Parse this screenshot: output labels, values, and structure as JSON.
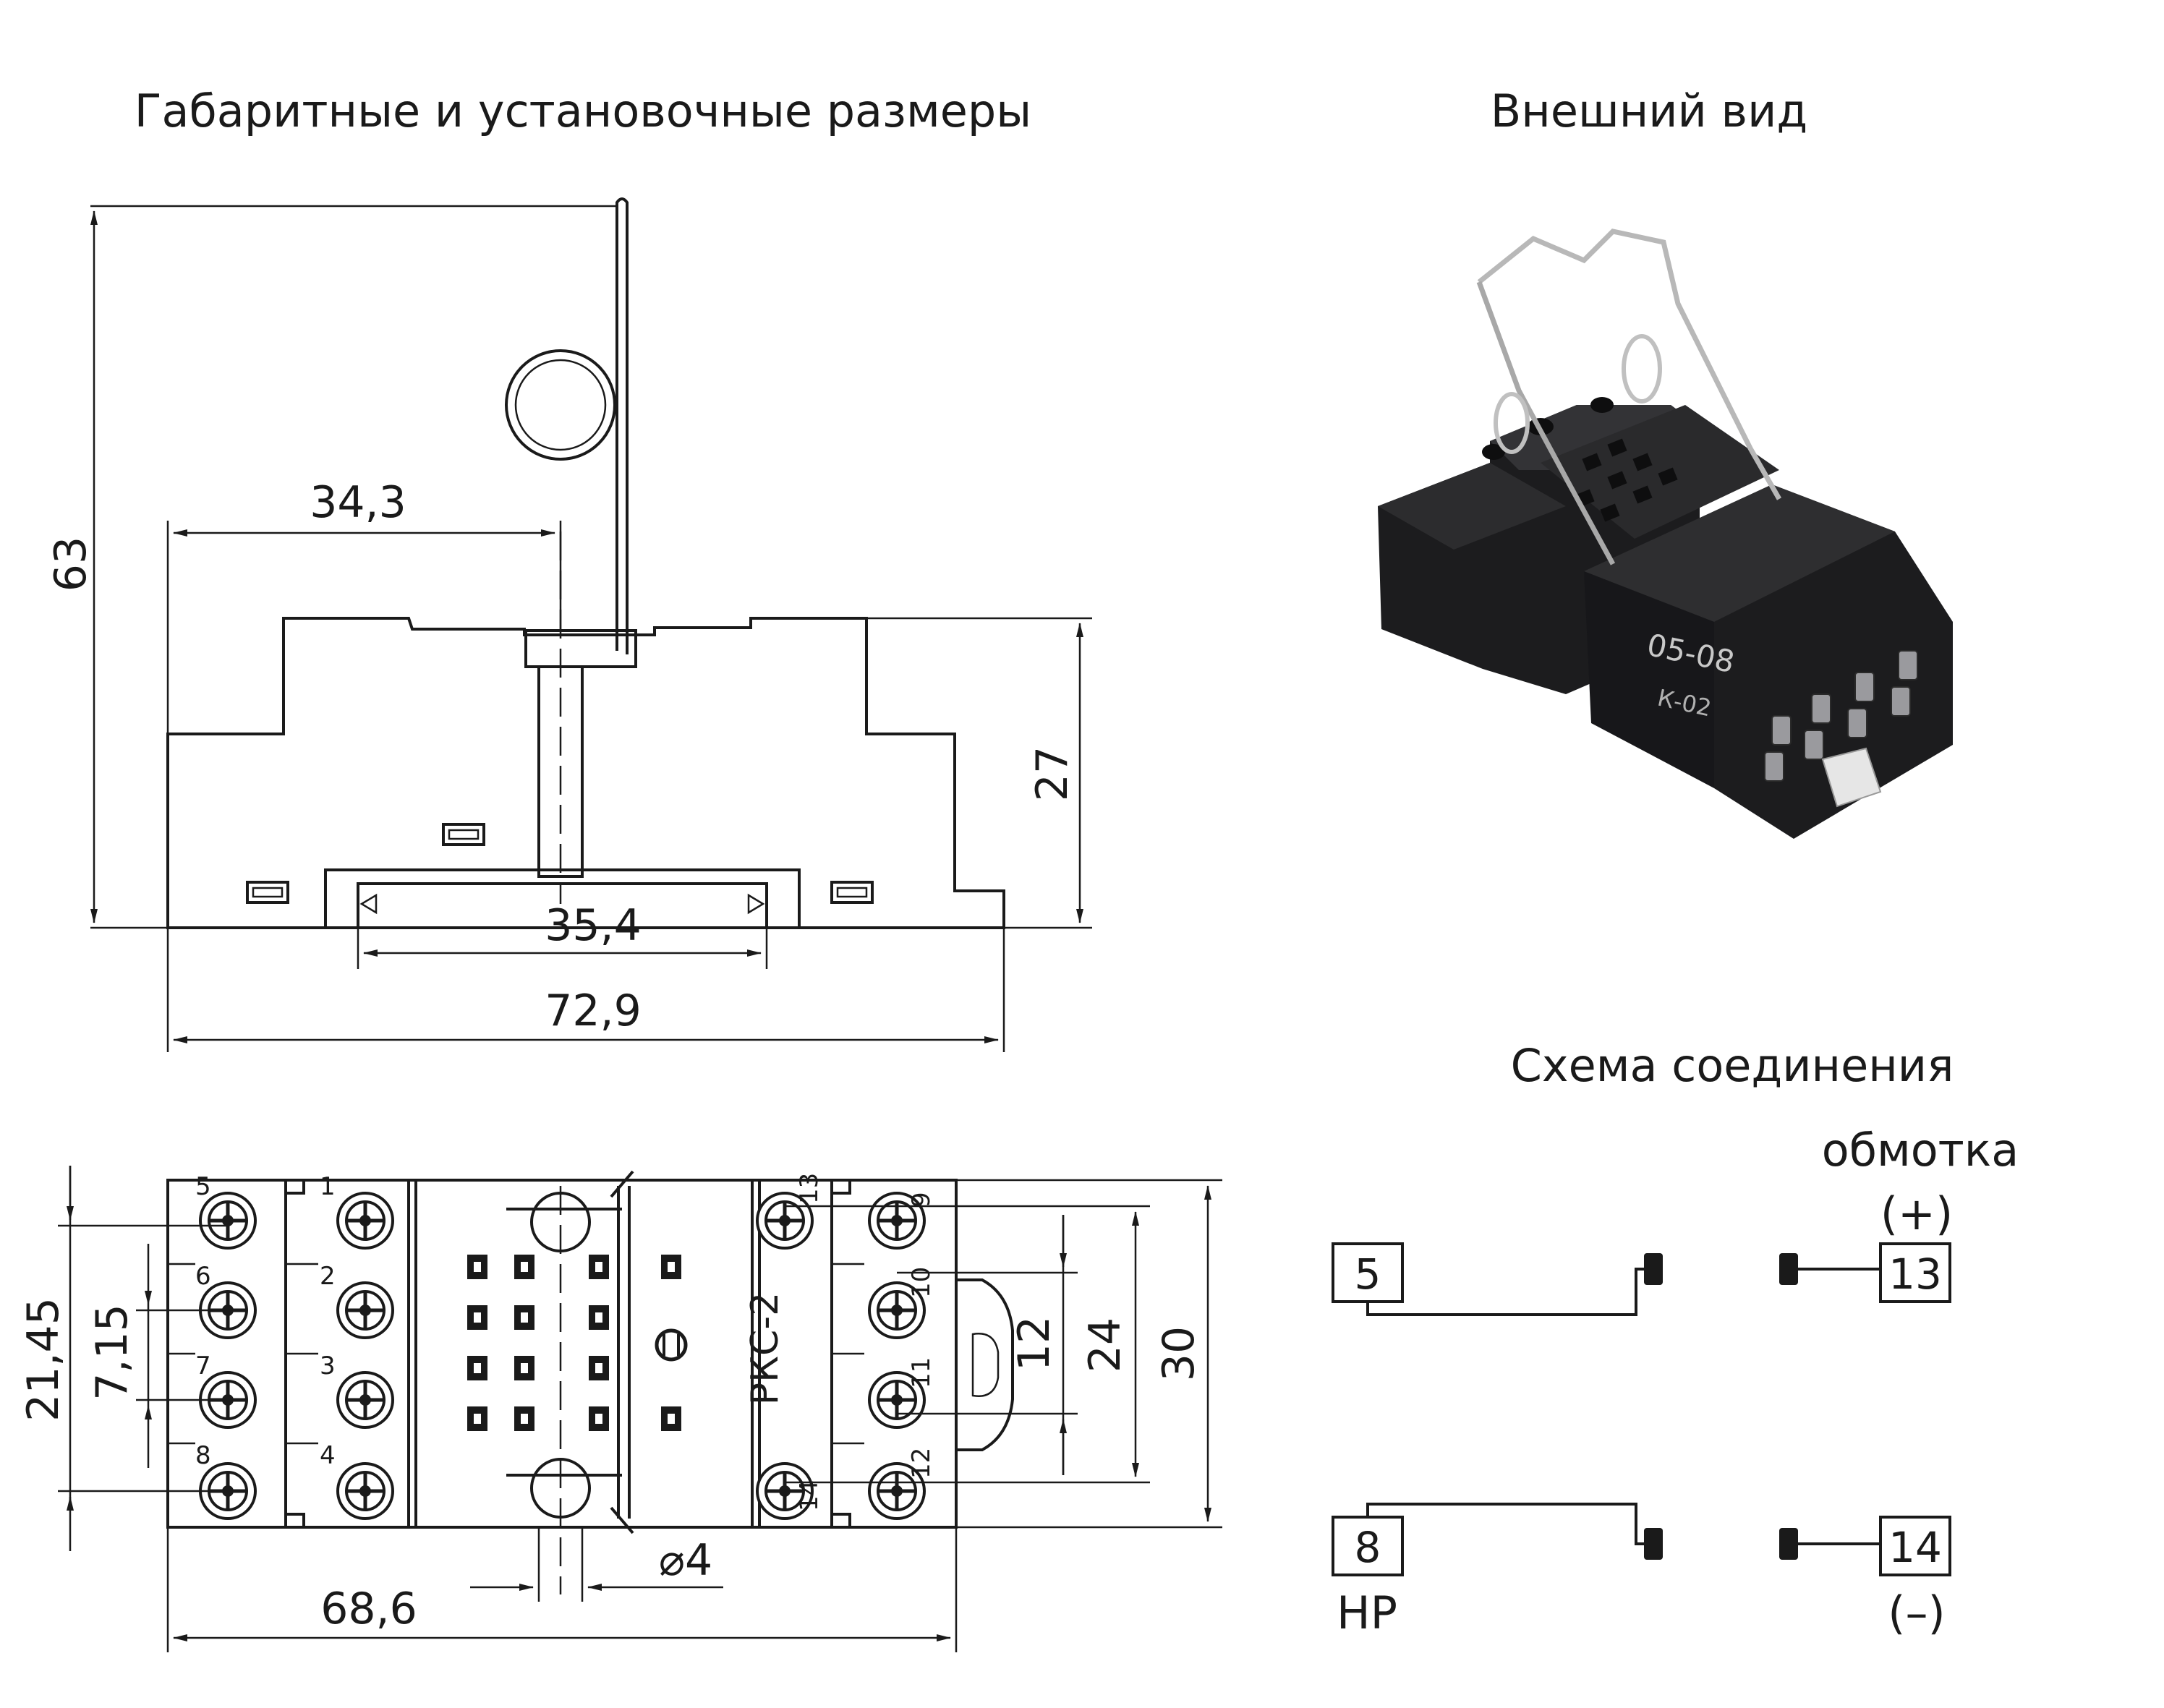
{
  "titles": {
    "dimensions": "Габаритные и установочные размеры",
    "appearance": "Внешний вид",
    "connection": "Схема соединения"
  },
  "dims": {
    "height_total": "63",
    "width_to_clip": "34,3",
    "height_body": "27",
    "rail_width": "35,4",
    "total_width": "72,9",
    "row_offset": "21,45",
    "pitch": "7,15",
    "coil_pitch": "12",
    "span_24": "24",
    "depth": "30",
    "bottom_width": "68,6",
    "hole_diameter": "⌀4"
  },
  "terminals": {
    "left_col1": [
      "5",
      "6",
      "7",
      "8"
    ],
    "left_col2": [
      "1",
      "2",
      "3",
      "4"
    ],
    "right_col1": [
      "13",
      "14"
    ],
    "right_col2": [
      "9",
      "10",
      "11",
      "12"
    ]
  },
  "device": {
    "model": "РКС-2",
    "photo_label1": "05-08",
    "photo_label2": "К-02"
  },
  "schema": {
    "coil_label": "обмотка",
    "plus": "(+)",
    "minus": "(–)",
    "nc_label": "НР",
    "t5": "5",
    "t8": "8",
    "t13": "13",
    "t14": "14"
  },
  "colors": {
    "line": "#1a1a1a",
    "socket_body": "#1c1c1e",
    "socket_highlight": "#3a3a3c",
    "wire": "#b8b8b8"
  }
}
